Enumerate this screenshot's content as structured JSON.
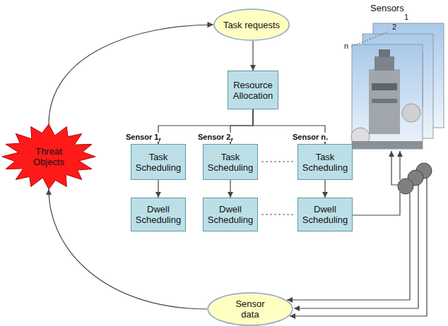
{
  "diagram": {
    "nodes": [
      {
        "text": [
          "Task requests"
        ]
      },
      {
        "text": [
          "Resource Allocation"
        ]
      },
      {
        "text": [
          "Sensor 1",
          "Task Scheduling"
        ]
      },
      {
        "text": [
          "Sensor 2",
          "Task Scheduling"
        ]
      },
      {
        "text": [
          "Sensor n",
          "Task Scheduling"
        ]
      },
      {
        "text": [
          "Dwell Scheduling"
        ]
      },
      {
        "text": [
          "Dwell Scheduling"
        ]
      },
      {
        "text": [
          "Dwell Scheduling"
        ]
      },
      {
        "text": [
          "Threat Objects"
        ]
      },
      {
        "text": [
          "Sensor data"
        ]
      }
    ],
    "edges": [
      {
        "from": 0,
        "to": 1,
        "arrow": "to"
      },
      {
        "from": 1,
        "to": 2,
        "arrow": "to"
      },
      {
        "from": 1,
        "to": 3,
        "arrow": "to"
      },
      {
        "from": 1,
        "to": 4,
        "arrow": "to"
      },
      {
        "from": 2,
        "to": 5,
        "arrow": "to"
      },
      {
        "from": 3,
        "to": 6,
        "arrow": "to"
      },
      {
        "from": 4,
        "to": 7,
        "arrow": "to"
      },
      {
        "from": 9,
        "to": 8,
        "arrow": "to"
      },
      {
        "from": 8,
        "to": 0,
        "arrow": "to"
      }
    ],
    "labels": [
      "Sensors",
      "1",
      "2",
      "n"
    ]
  }
}
